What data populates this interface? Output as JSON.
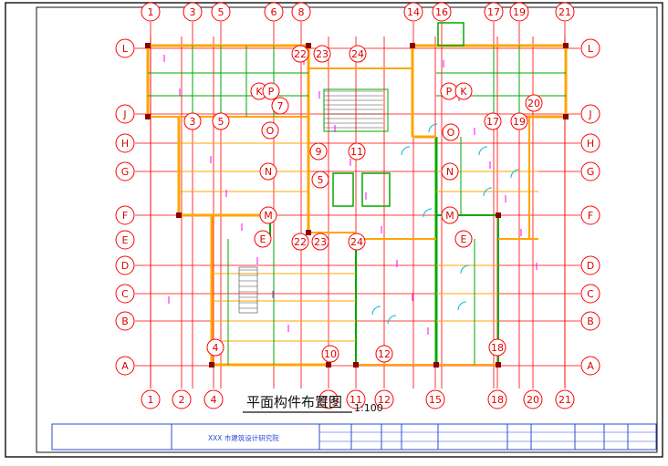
{
  "drawing": {
    "title": "平面构件布置图",
    "scale": "1:100",
    "company": "XXX 市建筑设计研究院"
  },
  "axes": {
    "top": [
      "1",
      "3",
      "5",
      "6",
      "8",
      "14",
      "16",
      "17",
      "19",
      "21"
    ],
    "bottom": [
      "1",
      "2",
      "4",
      "10",
      "11",
      "12",
      "15",
      "18",
      "20",
      "21"
    ],
    "left": [
      "L",
      "J",
      "H",
      "G",
      "F",
      "E",
      "D",
      "C",
      "B",
      "A"
    ],
    "right": [
      "L",
      "J",
      "H",
      "G",
      "F",
      "D",
      "C",
      "B",
      "A"
    ]
  },
  "inner_markers": [
    "22",
    "23",
    "24",
    "3",
    "5",
    "7",
    "K",
    "P",
    "P",
    "K",
    "O",
    "O",
    "17",
    "19",
    "20",
    "N",
    "N",
    "M",
    "M",
    "E",
    "E",
    "9",
    "11",
    "5",
    "22",
    "23",
    "24",
    "4",
    "10",
    "12",
    "18"
  ],
  "colors": {
    "grid": "#ff0000",
    "wall": "#ffa500",
    "structure": "#00aa00",
    "annotation": "#ff00ff",
    "cyan": "#00b8d4",
    "frame": "#111111",
    "title_block": "#2a4bd7",
    "background": "#ffffff"
  }
}
